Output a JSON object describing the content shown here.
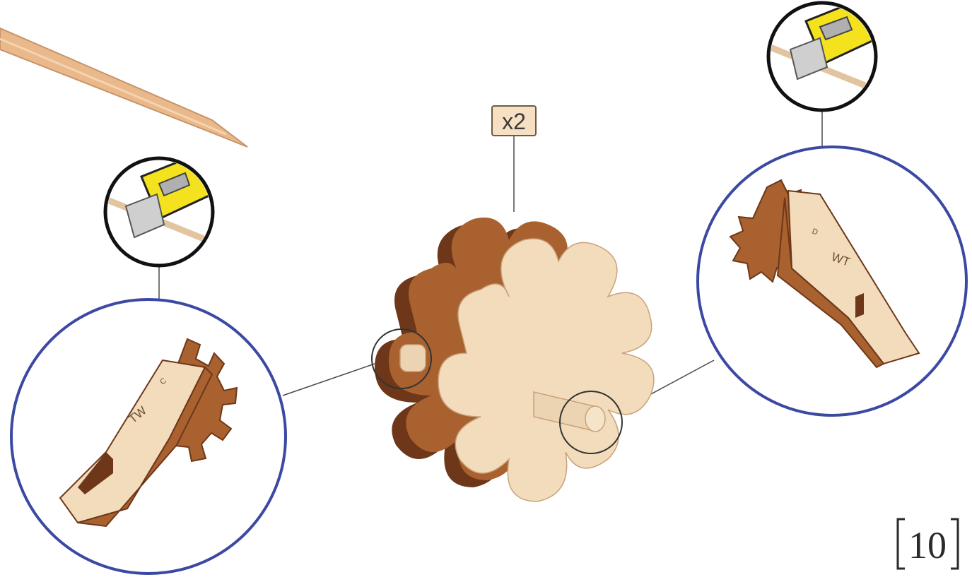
{
  "quantity_label": "x2",
  "step_number": "10",
  "left_detail": {
    "part_code": "TW",
    "mark": "C"
  },
  "right_detail": {
    "part_code": "WT",
    "mark": "D"
  },
  "colors": {
    "wood_light": "#f2dcbc",
    "wood_mid": "#a8612f",
    "wood_dark": "#6e3719",
    "detail_ring": "#3b49a3",
    "cutter_yellow": "#f3e21d",
    "dowel": "#ecd3b1",
    "skewer": "#e9b98c",
    "line": "#4a4a4a"
  },
  "icons": [
    "skewer-stick-icon",
    "cutter-knife-icon",
    "gear-part-icon"
  ]
}
